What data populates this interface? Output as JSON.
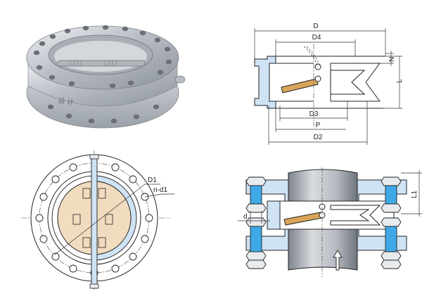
{
  "colors": {
    "steel": "#c7ccd3",
    "seal_blue": "#cfe3f5",
    "bolt_blue": "#3fa9e8",
    "disc_tan": "#f2dcc0",
    "flap_tan": "#d8a55a"
  },
  "section_top": {
    "dims": {
      "D": "D",
      "D4": "D4",
      "N": "N",
      "L": "L",
      "D3": "D3",
      "P": "P",
      "D2": "D2"
    }
  },
  "front_view": {
    "dims": {
      "D1": "D1",
      "nd1": "n-d1"
    }
  },
  "install_view": {
    "dims": {
      "L1": "L1",
      "d": "d"
    },
    "icons": {
      "flow": "flow-arrow-icon"
    }
  },
  "photo": {
    "marking": "设 计"
  }
}
